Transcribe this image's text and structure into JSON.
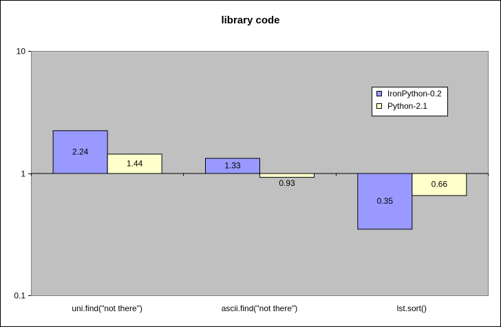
{
  "chart_data": {
    "type": "bar",
    "title": "library code",
    "xlabel": "",
    "ylabel": "",
    "y_scale": "log",
    "ylim": [
      0.1,
      10
    ],
    "y_ticks": [
      {
        "value": 0.1,
        "label": "0.1"
      },
      {
        "value": 1,
        "label": "1"
      },
      {
        "value": 10,
        "label": "10"
      }
    ],
    "baseline": 1,
    "categories": [
      "uni.find(\"not there\")",
      "ascii.find(\"not there\")",
      "lst.sort()"
    ],
    "series": [
      {
        "name": "IronPython-0.2",
        "color": "#9999ff",
        "values": [
          2.24,
          1.33,
          0.35
        ],
        "labels": [
          "2.24",
          "1.33",
          "0.35"
        ]
      },
      {
        "name": "Python-2.1",
        "color": "#ffffcc",
        "values": [
          1.44,
          0.93,
          0.66
        ],
        "labels": [
          "1.44",
          "0.93",
          "0.66"
        ]
      }
    ],
    "grid": false,
    "plot_background": "#c0c0c0",
    "legend_position": "top-right"
  }
}
